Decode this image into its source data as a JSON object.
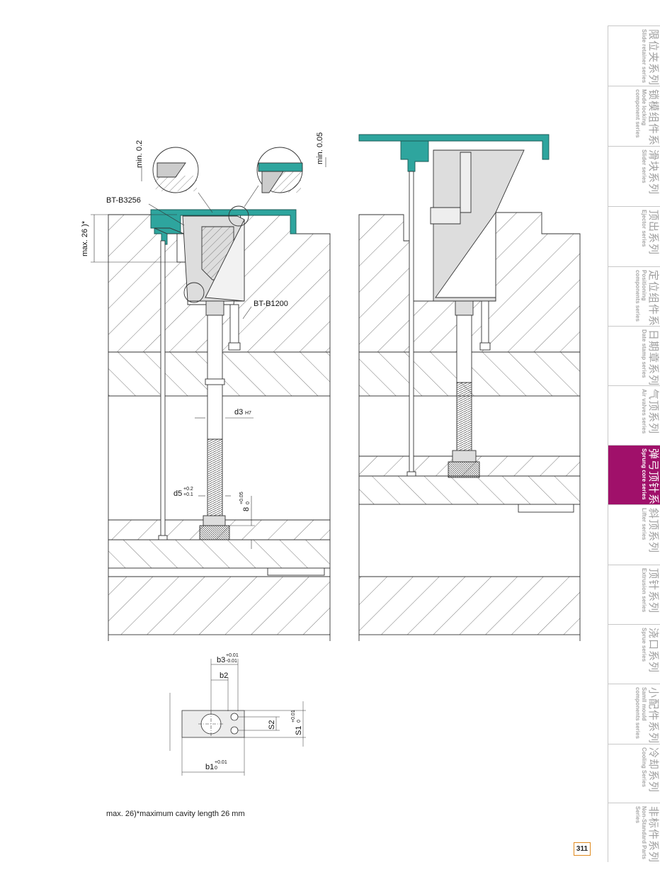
{
  "labels": {
    "min_02": "min. 0.2",
    "min_005": "min. 0.05",
    "bt_b3256": "BT-B3256",
    "bt_b1200": "BT-B1200",
    "max26": "max. 26 )*",
    "d3": "d3",
    "h7": "H7",
    "d5": "d5",
    "d5_tol_upper": "+0.2",
    "d5_tol_lower": "+0.1",
    "eight": "8",
    "eight_tol_upper": "+0.05",
    "eight_tol_lower": "0",
    "b3": "b3",
    "b3_tol_upper": "+0.01",
    "b3_tol_lower": "-0.01",
    "b2": "b2",
    "s2": "S2",
    "s1": "S1",
    "s1_tol_upper": "+0.01",
    "s1_tol_lower": "0",
    "b1": "b1",
    "b1_tol_upper": "+0.01",
    "b1_tol_lower": "0"
  },
  "footnote": "max. 26)*maximum cavity length 26 mm",
  "page_number": "311",
  "accent_colors": {
    "cyan_part": "#2ea59e",
    "active_tab": "#a0106a",
    "page_box": "#e08a1e"
  },
  "sidebar": {
    "items": [
      {
        "cn": "限位夹系列",
        "en": "Slide retainer series",
        "active": false
      },
      {
        "cn": "锁模组件系列",
        "en": "Mode locking component series",
        "active": false
      },
      {
        "cn": "滑块系列",
        "en": "Slider series",
        "active": false
      },
      {
        "cn": "顶出系列",
        "en": "Ejector series",
        "active": false
      },
      {
        "cn": "定位组件系列",
        "en": "Positioning components series",
        "active": false
      },
      {
        "cn": "日期章系列",
        "en": "Date stamp series",
        "active": false
      },
      {
        "cn": "气顶系列",
        "en": "Air valves series",
        "active": false
      },
      {
        "cn": "弹弓顶针系列",
        "en": "Sprung core series",
        "active": true
      },
      {
        "cn": "斜顶系列",
        "en": "Lifter series",
        "active": false
      },
      {
        "cn": "顶针系列",
        "en": "Extrusion series",
        "active": false
      },
      {
        "cn": "浇口系列",
        "en": "Sprue series",
        "active": false
      },
      {
        "cn": "小配件系列",
        "en": "Samll mould components series",
        "active": false
      },
      {
        "cn": "冷却系列",
        "en": "Cooling Series",
        "active": false
      },
      {
        "cn": "非标件系列",
        "en": "Non-Standard Parts Series",
        "active": false
      }
    ]
  }
}
